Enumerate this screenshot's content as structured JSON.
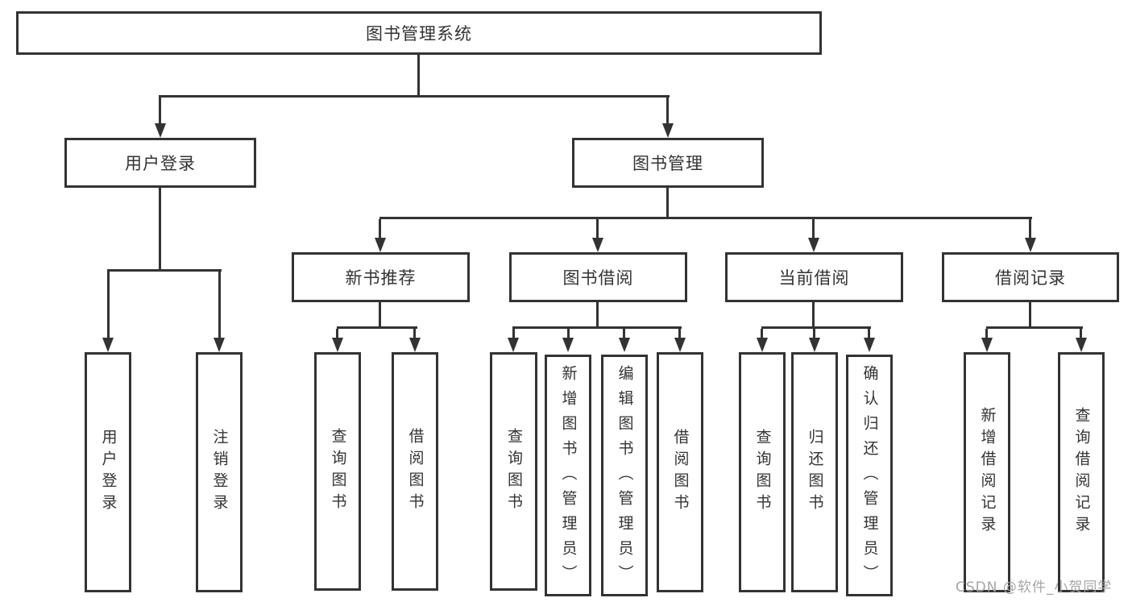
{
  "colors": {
    "background": "#ffffff",
    "line": "#333333",
    "box_border": "#333333",
    "text": "#333333",
    "watermark": "#a5a5a5"
  },
  "watermark": {
    "text": "CSDN @软件_小贺同学"
  },
  "tree": {
    "label": "图书管理系统",
    "children": [
      {
        "label": "用户登录",
        "children": [
          {
            "label": "用户登录"
          },
          {
            "label": "注销登录"
          }
        ]
      },
      {
        "label": "图书管理",
        "children": [
          {
            "label": "新书推荐",
            "children": [
              {
                "label": "查询图书"
              },
              {
                "label": "借阅图书"
              }
            ]
          },
          {
            "label": "图书借阅",
            "children": [
              {
                "label": "查询图书"
              },
              {
                "label": "新增图书（管理员）"
              },
              {
                "label": "编辑图书（管理员）"
              },
              {
                "label": "借阅图书"
              }
            ]
          },
          {
            "label": "当前借阅",
            "children": [
              {
                "label": "查询图书"
              },
              {
                "label": "归还图书"
              },
              {
                "label": "确认归还（管理员）"
              }
            ]
          },
          {
            "label": "借阅记录",
            "children": [
              {
                "label": "新增借阅记录"
              },
              {
                "label": "查询借阅记录"
              }
            ]
          }
        ]
      }
    ]
  }
}
